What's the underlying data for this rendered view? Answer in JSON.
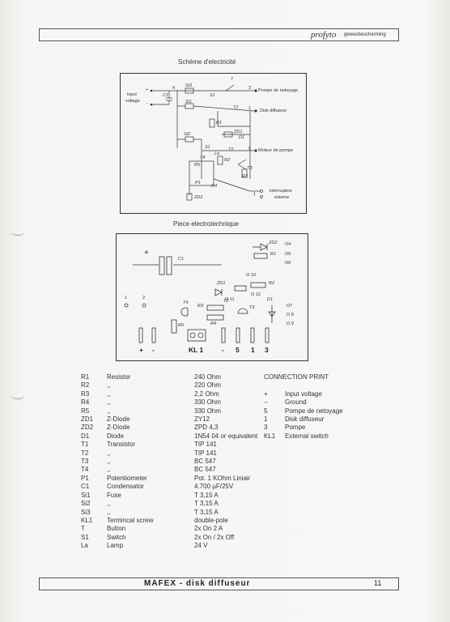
{
  "header": {
    "brand": "profyto",
    "brand_sub": "gewasbescherming"
  },
  "schematic": {
    "title": "Schème d'electricité",
    "labels": {
      "input": "input",
      "voltage": "voltage",
      "plus": "+",
      "minus": "-",
      "si3": "Si3",
      "si1": "Si1",
      "si2": "Si2",
      "s1": "S1",
      "t": "T",
      "t1": "T1",
      "t2": "T2",
      "t3": "T3",
      "t4": "T4",
      "r1": "R1",
      "r2": "R2",
      "r3": "R3",
      "r4": "R4",
      "r5": "R5",
      "d1": "D1",
      "zd1": "ZD1",
      "zd2": "ZD2",
      "c1": "C1",
      "la": "La",
      "p1": "P1",
      "n1": "1",
      "n2": "2",
      "n3": "3",
      "n4": "4",
      "n5": "5",
      "n1b": "1",
      "pompe": "Pompe de netoyage",
      "disk": "Disk diffuseur",
      "moteur": "Moteur de pompe",
      "interrupteur": "interrupteur",
      "externe": "externe"
    }
  },
  "pcb": {
    "title": "Piece electrotechnique",
    "labels": {
      "c1": "C1",
      "zd2": "ZD2",
      "r2": "R2",
      "zd1": "ZD1",
      "r1": "R1",
      "t2": "T2",
      "t3": "T3",
      "t4": "T4",
      "r3": "R3",
      "r4": "R4",
      "r5": "R5",
      "d1": "D1",
      "plus": "+",
      "h4": "O4",
      "h5": "O5",
      "h6": "O6",
      "h10": "O 10",
      "h11": "O 11",
      "h12": "O 12",
      "h7": "O7",
      "h8": "O 8",
      "h9": "O 9",
      "h1": "1",
      "h2": "2"
    },
    "bottom": {
      "plus": "+",
      "minus": "-",
      "kl": "KL 1",
      "dash": "-",
      "n5": "5",
      "n1": "1",
      "n3": "3"
    }
  },
  "parts": [
    {
      "ref": "R1",
      "type": "Resistor",
      "value": "240 Ohm"
    },
    {
      "ref": "R2",
      "type": ",,",
      "value": "220 Ohm"
    },
    {
      "ref": "R3",
      "type": ",,",
      "value": "2,2  Ohm"
    },
    {
      "ref": "R4",
      "type": ",,",
      "value": "330 Ohm"
    },
    {
      "ref": "R5",
      "type": ",,",
      "value": "330 Ohm"
    },
    {
      "ref": "ZD1",
      "type": "Z-Diode",
      "value": "ZY12"
    },
    {
      "ref": "ZD2",
      "type": "Z-Diode",
      "value": "ZPD 4,3"
    },
    {
      "ref": "D1",
      "type": "Diode",
      "value": "1N54 04 or equivalent"
    },
    {
      "ref": "T1",
      "type": "Transistor",
      "value": "TIP 141"
    },
    {
      "ref": "T2",
      "type": ",,",
      "value": "TIP 141"
    },
    {
      "ref": "T3",
      "type": ",,",
      "value": "BC 547"
    },
    {
      "ref": "T4",
      "type": ",,",
      "value": "BC 547"
    },
    {
      "ref": "P1",
      "type": "Potentiometer",
      "value": "Pot. 1 KOhm Liniair"
    },
    {
      "ref": "C1",
      "type": "Condensator",
      "value": "4.700 µF/25V"
    },
    {
      "ref": "Si1",
      "type": "Fuse",
      "value": "T 3,15 A"
    },
    {
      "ref": "Si2",
      "type": ",,",
      "value": "T 3,15 A"
    },
    {
      "ref": "Si3",
      "type": ",,",
      "value": "T 3,15 A"
    },
    {
      "ref": "KL1",
      "type": "Termincal screw",
      "value": "double-pole"
    },
    {
      "ref": "T",
      "type": "Button",
      "value": "2x On  2 A"
    },
    {
      "ref": "S1",
      "type": "Switch",
      "value": "2x On / 2x Off"
    },
    {
      "ref": "La",
      "type": "Lamp",
      "value": "24 V"
    }
  ],
  "connection": {
    "title": "CONNECTION PRINT",
    "rows": [
      {
        "pin": "+",
        "desc": "Input voltage"
      },
      {
        "pin": "--",
        "desc": "Ground"
      },
      {
        "pin": "5",
        "desc": "Pompe de netoyage"
      },
      {
        "pin": "1",
        "desc": "Disk diffuseur"
      },
      {
        "pin": "3",
        "desc": "Pompe"
      },
      {
        "pin": "KL1",
        "desc": "External switch"
      }
    ]
  },
  "footer": {
    "title": "MAFEX - disk diffuseur",
    "page": "11"
  }
}
